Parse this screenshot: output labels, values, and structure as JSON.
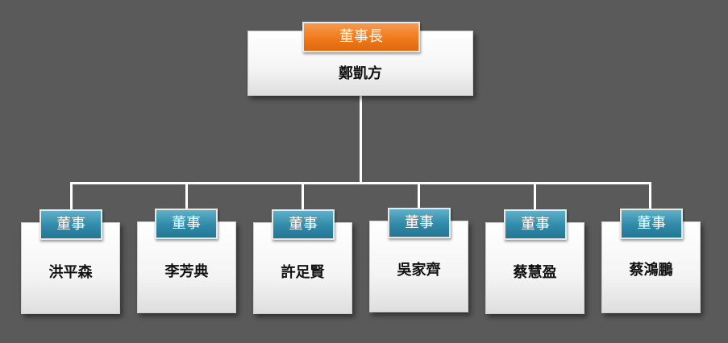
{
  "chairman": {
    "title": "董事長",
    "name": "鄭凱方"
  },
  "directors": [
    {
      "title": "董事",
      "name": "洪平森"
    },
    {
      "title": "董事",
      "name": "李芳典"
    },
    {
      "title": "董事",
      "name": "許足賢"
    },
    {
      "title": "董事",
      "name": "吳家齊"
    },
    {
      "title": "董事",
      "name": "蔡慧盈"
    },
    {
      "title": "董事",
      "name": "蔡鴻鵬"
    }
  ],
  "colors": {
    "background": "#5a5a5a",
    "chairman_tag": "#ef7a1c",
    "director_tag": "#2f8aa8",
    "connector": "#ffffff"
  }
}
